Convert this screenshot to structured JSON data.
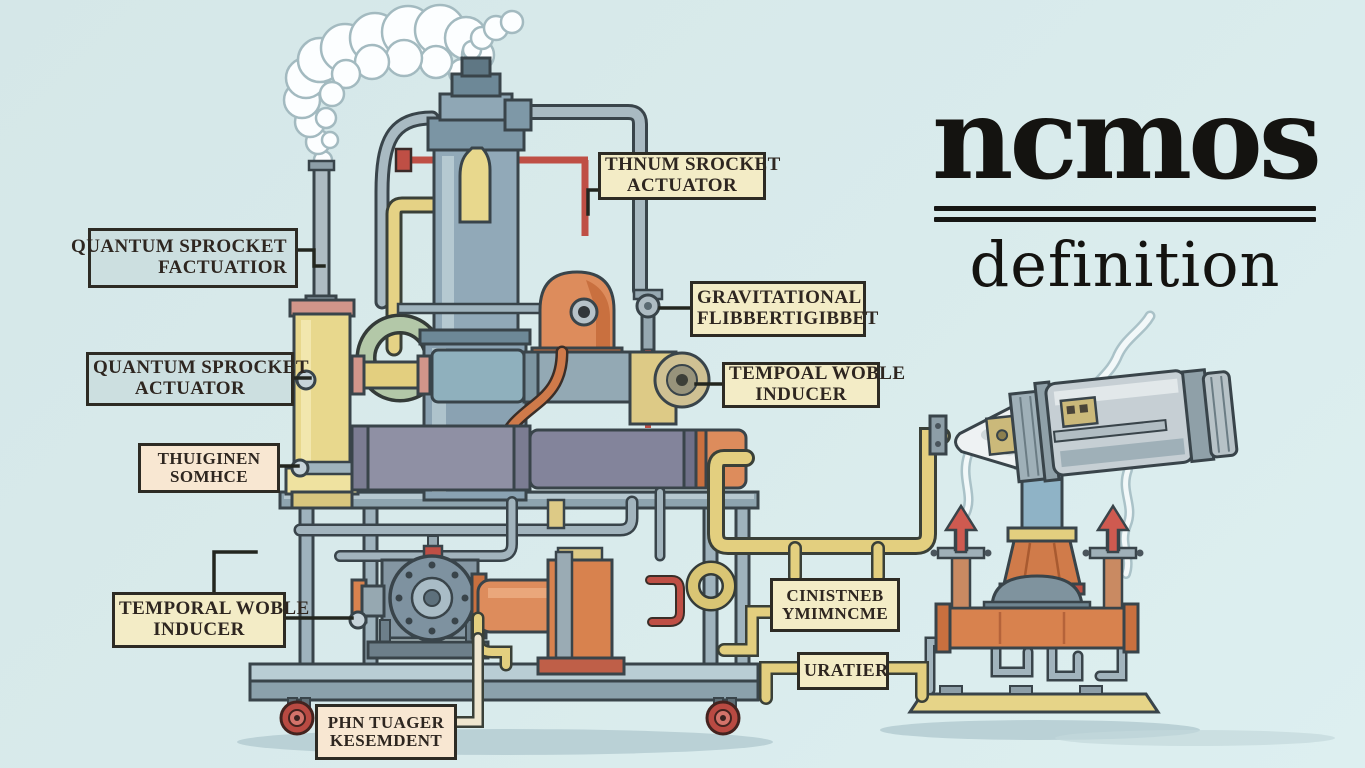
{
  "title": {
    "word": "ncmos",
    "subtitle": "definition"
  },
  "labels": [
    {
      "id": "thnum-srocket-actuator",
      "line1": "THNUM SROCKET",
      "line2": "ACTUATOR"
    },
    {
      "id": "quantum-sprocket-factuatior",
      "line1": "QUANTUM SPROCKET",
      "line2": "FACTUATIOR"
    },
    {
      "id": "gravitational-flibbertigibbet",
      "line1": "GRAVITATIONAL",
      "line2": "FLIBBERTIGIBBET"
    },
    {
      "id": "quantum-sprocket-actuator",
      "line1": "QUANTUM SPROCKET",
      "line2": "ACTUATOR"
    },
    {
      "id": "tempoal-woble-inducer",
      "line1": "TEMPOAL WOBLE",
      "line2": "INDUCER"
    },
    {
      "id": "thuiginen-somhce",
      "line1": "THUIGINEN",
      "line2": "SOMHCE"
    },
    {
      "id": "cinistneb-ymimncme",
      "line1": "CINISTNEB",
      "line2": "YMIMNCME"
    },
    {
      "id": "temporal-woble-inducer",
      "line1": "TEMPORAL WOBLE",
      "line2": "INDUCER"
    },
    {
      "id": "uratier",
      "line1": "URATIER"
    },
    {
      "id": "phn-tuager-kesemdent",
      "line1": "PHN TUAGER",
      "line2": "KESEMDENT"
    }
  ],
  "colors": {
    "background": "#d8eaeb",
    "label_cream": "#f3ecc6",
    "label_blue": "#ccdfe0",
    "label_peach": "#f8e7d2",
    "ink": "#2d2b24",
    "machine_bluegray": "#8fa9b8",
    "machine_brass": "#e8d88d",
    "machine_copper": "#dd8c5c",
    "machine_red": "#bf4f45",
    "wheel_red": "#b94a42",
    "smoke_white": "#fcfeff"
  }
}
